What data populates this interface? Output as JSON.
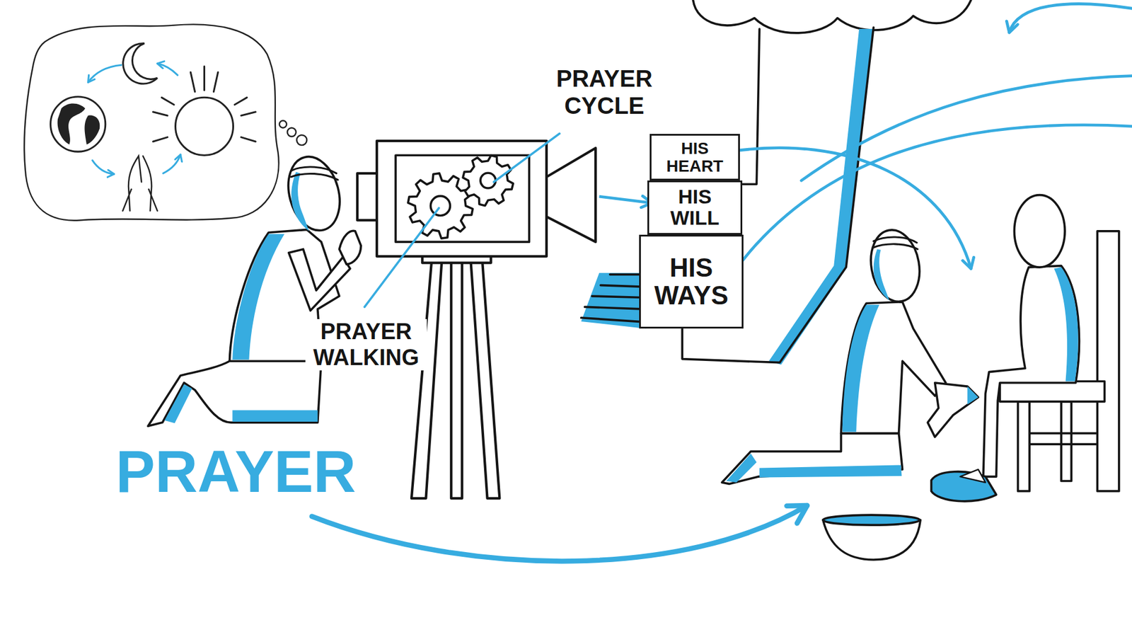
{
  "diagram": {
    "nodes": [
      {
        "text": [
          "HIS HEART"
        ]
      },
      {
        "text": [
          "HIS WILL"
        ]
      },
      {
        "text": [
          "HIS WAYS"
        ]
      }
    ],
    "labels": [
      "PRAYER CYCLE",
      "PRAYER WALKING",
      "PRAYER"
    ]
  }
}
